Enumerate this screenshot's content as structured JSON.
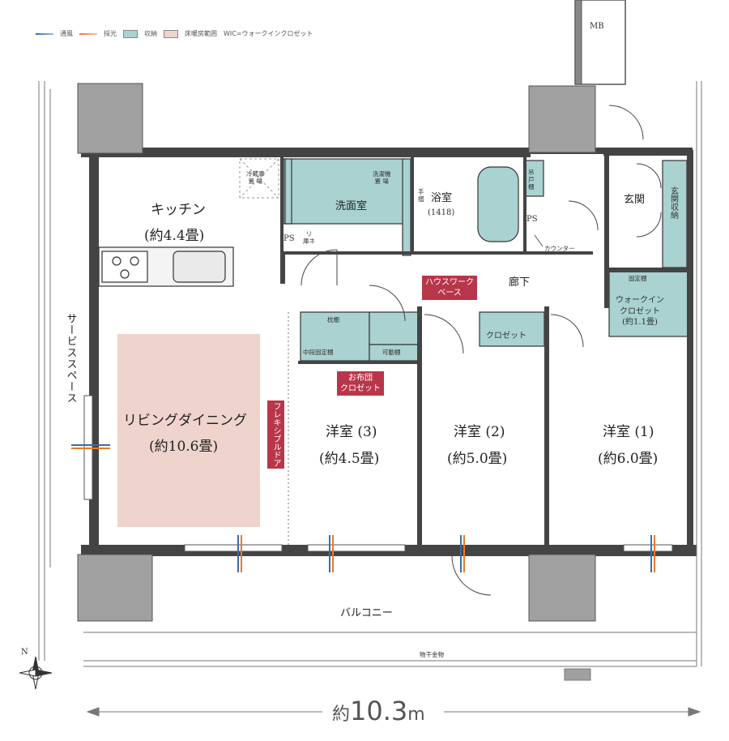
{
  "legend": {
    "ventilation": "通風",
    "daylight": "採光",
    "storage": "収納",
    "floor_heating": "床暖房範囲",
    "wic_note": "WIC=ウォークインクロゼット"
  },
  "colors": {
    "storage": "#a9d2d1",
    "floor_heating": "#efd3cd",
    "wall": "#3f3f3f",
    "column": "#9a9a9a",
    "tag": "#b8364a"
  },
  "rooms": {
    "mb": "MB",
    "kitchen": "キッチン",
    "kitchen_size": "(約4.4畳)",
    "fridge": "冷蔵庫\n置 場",
    "washroom": "洗面室",
    "washer": "洗濯機\n置 場",
    "bath": "浴室",
    "bath_size": "(1418)",
    "handrail": "手\n摺",
    "ps1": "PS",
    "ps2": "PS",
    "linen": "リ\n庫ネ",
    "toilet_shelf": "吊\n戸\n棚",
    "counter": "カウンター",
    "entrance": "玄関",
    "entrance_storage": "玄関収納",
    "hallway": "廊下",
    "fixed_shelf": "固定棚",
    "wic": "ウォークイン\nクロゼット\n(約1.1畳)",
    "pillow_shelf": "枕棚",
    "mid_shelf": "中段固定棚",
    "movable_shelf": "可動棚",
    "closet": "クロゼット",
    "living": "リビングダイニング",
    "living_size": "(約10.6畳)",
    "room3": "洋室 (3)",
    "room3_size": "(約4.5畳)",
    "room2": "洋室 (2)",
    "room2_size": "(約5.0畳)",
    "room1": "洋室 (1)",
    "room1_size": "(約6.0畳)",
    "service_space": "サービススペース",
    "balcony": "バルコニー",
    "laundry_hanger": "物干金物"
  },
  "tags": {
    "housework": "ハウスワーク\nベース",
    "futon": "お布団\nクロゼット",
    "flexible_door": "フレキシブルドア"
  },
  "compass": {
    "north": "N"
  },
  "scale": {
    "prefix": "約",
    "value": "10.3",
    "unit": "m"
  }
}
